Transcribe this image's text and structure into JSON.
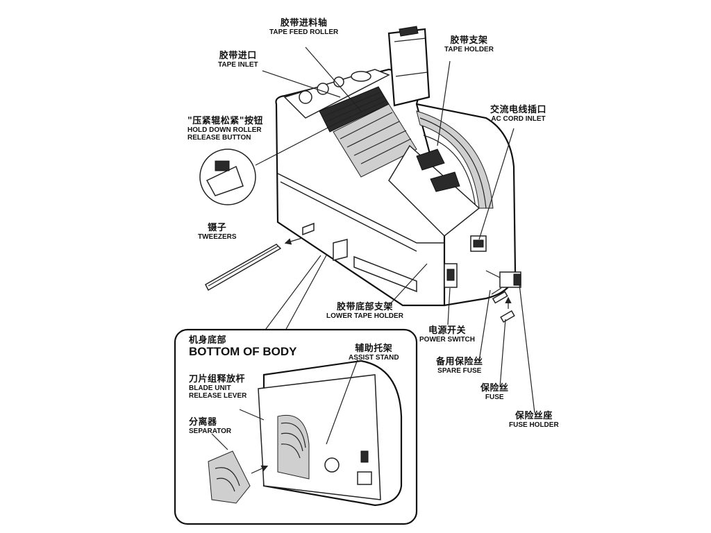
{
  "labels": {
    "tape_feed_roller": {
      "cn": "胶带进料轴",
      "en": "TAPE FEED ROLLER"
    },
    "tape_inlet": {
      "cn": "胶带进口",
      "en": "TAPE INLET"
    },
    "tape_holder": {
      "cn": "胶带支架",
      "en": "TAPE HOLDER"
    },
    "ac_cord_inlet": {
      "cn": "交流电线插口",
      "en": "AC CORD INLET"
    },
    "hold_down_roller": {
      "cn": "\"压紧辊松紧\"按钮",
      "en1": "HOLD DOWN ROLLER",
      "en2": "RELEASE BUTTON"
    },
    "tweezers": {
      "cn": "镊子",
      "en": "TWEEZERS"
    },
    "lower_tape_holder": {
      "cn": "胶带底部支架",
      "en": "LOWER TAPE HOLDER"
    },
    "power_switch": {
      "cn": "电源开关",
      "en": "POWER SWITCH"
    },
    "spare_fuse": {
      "cn": "备用保险丝",
      "en": "SPARE FUSE"
    },
    "fuse": {
      "cn": "保险丝",
      "en": "FUSE"
    },
    "fuse_holder": {
      "cn": "保险丝座",
      "en": "FUSE HOLDER"
    },
    "bottom_of_body": {
      "cn": "机身底部",
      "en": "BOTTOM OF BODY"
    },
    "assist_stand": {
      "cn": "辅助托架",
      "en": "ASSIST STAND"
    },
    "blade_unit": {
      "cn": "刀片组释放杆",
      "en1": "BLADE UNIT",
      "en2": "RELEASE LEVER"
    },
    "separator": {
      "cn": "分离器",
      "en": "SEPARATOR"
    }
  }
}
